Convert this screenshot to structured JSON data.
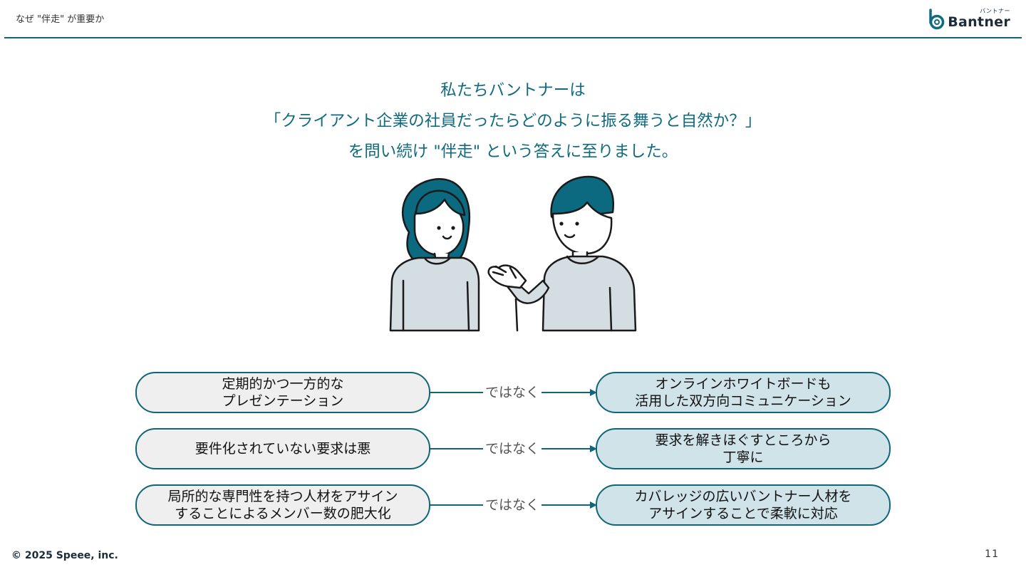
{
  "header": {
    "title": "なぜ \"伴走\" が重要か",
    "logo": {
      "name": "Bantner",
      "kana": "バントナー"
    }
  },
  "headline": {
    "line1": "私たちバントナーは",
    "line2": "「クライアント企業の社員だったらどのように振る舞うと自然か？」",
    "line3": "を問い続け \"伴走\" という答えに至りました。"
  },
  "comparisons": [
    {
      "left": [
        "定期的かつ一方的な",
        "プレゼンテーション"
      ],
      "connector": "ではなく",
      "right": [
        "オンラインホワイトボードも",
        "活用した双方向コミュニケーション"
      ]
    },
    {
      "left": [
        "要件化されていない要求は悪"
      ],
      "connector": "ではなく",
      "right": [
        "要求を解きほぐすところから",
        "丁寧に"
      ]
    },
    {
      "left": [
        "局所的な専門性を持つ人材をアサイン",
        "することによるメンバー数の肥大化"
      ],
      "connector": "ではなく",
      "right": [
        "カバレッジの広いバントナー人材を",
        "アサインすることで柔軟に対応"
      ]
    }
  ],
  "footer": {
    "copyright": "© 2025 Speee, inc.",
    "page_number": "11"
  },
  "colors": {
    "accent": "#0f6678",
    "hair": "#0b6a7f",
    "shirt": "#d4dde1",
    "left_pill": "#efefef",
    "right_pill": "#cfe3e9"
  },
  "icons": [
    "bantner-logo-icon",
    "arrow-right-icon"
  ]
}
